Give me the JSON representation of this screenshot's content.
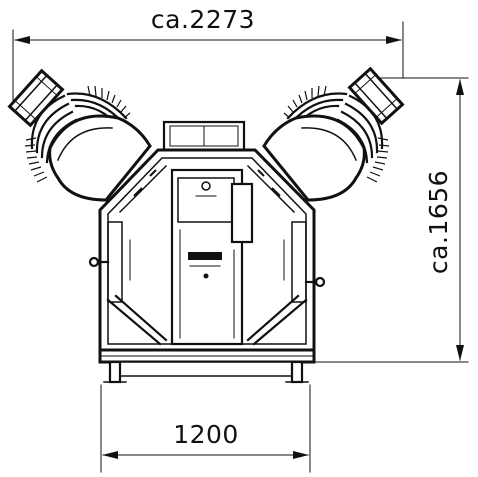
{
  "dimensions": {
    "width_label": "ca.2273",
    "height_label": "ca.1656",
    "base_width_label": "1200"
  },
  "colors": {
    "line": "#111111",
    "background": "#ffffff"
  }
}
